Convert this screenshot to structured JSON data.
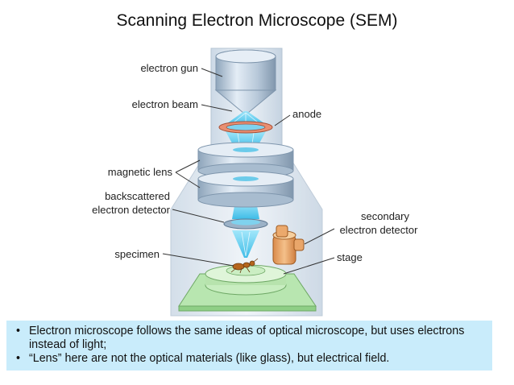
{
  "title": "Scanning Electron Microscope (SEM)",
  "labels": {
    "electron_gun": "electron gun",
    "electron_beam": "electron beam",
    "anode": "anode",
    "magnetic_lens": "magnetic lens",
    "backscattered_1": "backscattered",
    "backscattered_2": "electron detector",
    "secondary_1": "secondary",
    "secondary_2": "electron detector",
    "specimen": "specimen",
    "stage": "stage"
  },
  "notes": {
    "bullet_symbol": "•",
    "items": [
      "Electron microscope follows the same ideas of optical microscope, but uses electrons instead of light;",
      "“Lens” here are not the optical materials (like glass), but electrical field."
    ]
  },
  "colors": {
    "beam": "#3fc6ee",
    "housing": "#dde7f2",
    "metal": "#b9cbdc",
    "anode": "#d8755a",
    "detector": "#e8a265",
    "stage": "#a9dca1",
    "notes_bg": "#c9ecfb"
  }
}
